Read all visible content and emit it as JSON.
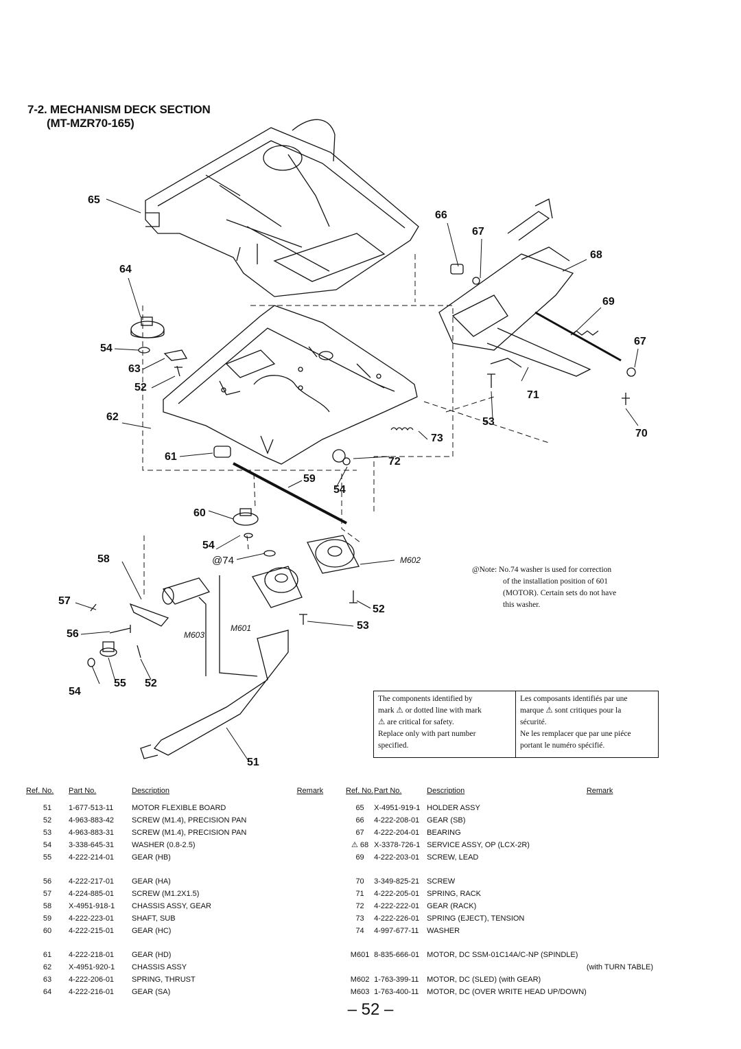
{
  "section_title": "7-2. MECHANISM DECK SECTION",
  "section_subtitle": "(MT-MZR70-165)",
  "callouts": [
    {
      "id": "c65",
      "label": "65"
    },
    {
      "id": "c66",
      "label": "66"
    },
    {
      "id": "c67a",
      "label": "67"
    },
    {
      "id": "c68",
      "label": "68"
    },
    {
      "id": "c64",
      "label": "64"
    },
    {
      "id": "c69",
      "label": "69"
    },
    {
      "id": "c54a",
      "label": "54"
    },
    {
      "id": "c67b",
      "label": "67"
    },
    {
      "id": "c63",
      "label": "63"
    },
    {
      "id": "c52a",
      "label": "52"
    },
    {
      "id": "c71",
      "label": "71"
    },
    {
      "id": "c62",
      "label": "62"
    },
    {
      "id": "c53a",
      "label": "53"
    },
    {
      "id": "c70",
      "label": "70"
    },
    {
      "id": "c73",
      "label": "73"
    },
    {
      "id": "c61",
      "label": "61"
    },
    {
      "id": "c72",
      "label": "72"
    },
    {
      "id": "c59",
      "label": "59"
    },
    {
      "id": "c54b",
      "label": "54"
    },
    {
      "id": "c60",
      "label": "60"
    },
    {
      "id": "c54c",
      "label": "54"
    },
    {
      "id": "c58",
      "label": "58"
    },
    {
      "id": "c74",
      "label": "@74"
    },
    {
      "id": "c57",
      "label": "57"
    },
    {
      "id": "c52b",
      "label": "52"
    },
    {
      "id": "c56",
      "label": "56"
    },
    {
      "id": "c53b",
      "label": "53"
    },
    {
      "id": "c54d",
      "label": "54"
    },
    {
      "id": "c55",
      "label": "55"
    },
    {
      "id": "c52c",
      "label": "52"
    },
    {
      "id": "c51",
      "label": "51"
    }
  ],
  "components": {
    "m602": "M602",
    "m601": "M601",
    "m603": "M603"
  },
  "note": {
    "lead": "@Note: No.74 washer is used for correction",
    "lines": [
      "of the installation position of 601",
      "(MOTOR). Certain sets do not have",
      "this washer."
    ]
  },
  "safety_notice": {
    "english": [
      "The components identified by",
      "mark ⚠ or dotted line with mark",
      "⚠ are critical for safety.",
      "Replace only with part number",
      "specified."
    ],
    "french": [
      "Les composants identifiés par une",
      "marque ⚠ sont critiques pour la",
      "sécurité.",
      "Ne les remplacer que par une piéce",
      "portant le numéro spécifié."
    ]
  },
  "table_headers": {
    "ref": "Ref. No.",
    "part": "Part No.",
    "desc": "Description",
    "remark": "Remark"
  },
  "parts_left": [
    {
      "ref": "51",
      "part": "1-677-513-11",
      "desc": "MOTOR FLEXIBLE BOARD",
      "remark": ""
    },
    {
      "ref": "52",
      "part": "4-963-883-42",
      "desc": "SCREW (M1.4), PRECISION PAN",
      "remark": ""
    },
    {
      "ref": "53",
      "part": "4-963-883-31",
      "desc": "SCREW (M1.4), PRECISION PAN",
      "remark": ""
    },
    {
      "ref": "54",
      "part": "3-338-645-31",
      "desc": "WASHER (0.8-2.5)",
      "remark": ""
    },
    {
      "ref": "55",
      "part": "4-222-214-01",
      "desc": "GEAR (HB)",
      "remark": ""
    },
    {
      "ref": "56",
      "part": "4-222-217-01",
      "desc": "GEAR (HA)",
      "remark": ""
    },
    {
      "ref": "57",
      "part": "4-224-885-01",
      "desc": "SCREW (M1.2X1.5)",
      "remark": ""
    },
    {
      "ref": "58",
      "part": "X-4951-918-1",
      "desc": "CHASSIS ASSY, GEAR",
      "remark": ""
    },
    {
      "ref": "59",
      "part": "4-222-223-01",
      "desc": "SHAFT, SUB",
      "remark": ""
    },
    {
      "ref": "60",
      "part": "4-222-215-01",
      "desc": "GEAR (HC)",
      "remark": ""
    },
    {
      "ref": "61",
      "part": "4-222-218-01",
      "desc": "GEAR (HD)",
      "remark": ""
    },
    {
      "ref": "62",
      "part": "X-4951-920-1",
      "desc": "CHASSIS ASSY",
      "remark": ""
    },
    {
      "ref": "63",
      "part": "4-222-206-01",
      "desc": "SPRING, THRUST",
      "remark": ""
    },
    {
      "ref": "64",
      "part": "4-222-216-01",
      "desc": "GEAR (SA)",
      "remark": ""
    }
  ],
  "parts_right": [
    {
      "ref": "65",
      "part": "X-4951-919-1",
      "desc": "HOLDER ASSY",
      "remark": ""
    },
    {
      "ref": "66",
      "part": "4-222-208-01",
      "desc": "GEAR (SB)",
      "remark": ""
    },
    {
      "ref": "67",
      "part": "4-222-204-01",
      "desc": "BEARING",
      "remark": ""
    },
    {
      "ref": "⚠ 68",
      "part": "X-3378-726-1",
      "desc": "SERVICE ASSY, OP (LCX-2R)",
      "remark": ""
    },
    {
      "ref": "69",
      "part": "4-222-203-01",
      "desc": "SCREW, LEAD",
      "remark": ""
    },
    {
      "ref": "70",
      "part": "3-349-825-21",
      "desc": "SCREW",
      "remark": ""
    },
    {
      "ref": "71",
      "part": "4-222-205-01",
      "desc": "SPRING, RACK",
      "remark": ""
    },
    {
      "ref": "72",
      "part": "4-222-222-01",
      "desc": "GEAR (RACK)",
      "remark": ""
    },
    {
      "ref": "73",
      "part": "4-222-226-01",
      "desc": "SPRING (EJECT), TENSION",
      "remark": ""
    },
    {
      "ref": "74",
      "part": "4-997-677-11",
      "desc": "WASHER",
      "remark": ""
    },
    {
      "ref": "M601",
      "part": "8-835-666-01",
      "desc": "MOTOR, DC SSM-01C14A/C-NP (SPINDLE)",
      "remark": ""
    },
    {
      "ref": "",
      "part": "",
      "desc": "",
      "remark": "(with TURN TABLE)"
    },
    {
      "ref": "M602",
      "part": "1-763-399-11",
      "desc": "MOTOR, DC (SLED) (with GEAR)",
      "remark": ""
    },
    {
      "ref": "M603",
      "part": "1-763-400-11",
      "desc": "MOTOR, DC (OVER WRITE HEAD UP/DOWN)",
      "remark": ""
    }
  ],
  "page_number": "– 52 –"
}
